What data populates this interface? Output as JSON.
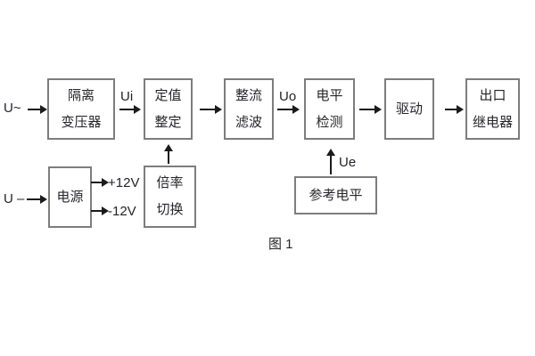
{
  "figure": {
    "caption": "图 1",
    "blocks": {
      "isolation_transformer": {
        "line1": "隔离",
        "line2": "变压器"
      },
      "setting_adjust": {
        "line1": "定值",
        "line2": "整定"
      },
      "rectifier_filter": {
        "line1": "整流",
        "line2": "滤波"
      },
      "level_detect": {
        "line1": "电平",
        "line2": "检测"
      },
      "driver": {
        "line1": "驱动"
      },
      "output_relay": {
        "line1": "出口",
        "line2": "继电器"
      },
      "power_supply": {
        "line1": "电源"
      },
      "ratio_switch": {
        "line1": "倍率",
        "line2": "切换"
      },
      "reference_level": {
        "line1": "参考电平"
      }
    },
    "signals": {
      "input_ac": "U~",
      "input_dc": "U –",
      "ui": "Ui",
      "uo": "Uo",
      "ue": "Ue",
      "plus_12v": "+12V",
      "minus_12v": "-12V"
    },
    "colors": {
      "background": "#ffffff",
      "block_border": "#7d7d7d",
      "text": "#26262a",
      "arrow": "#1b1b1b"
    }
  }
}
